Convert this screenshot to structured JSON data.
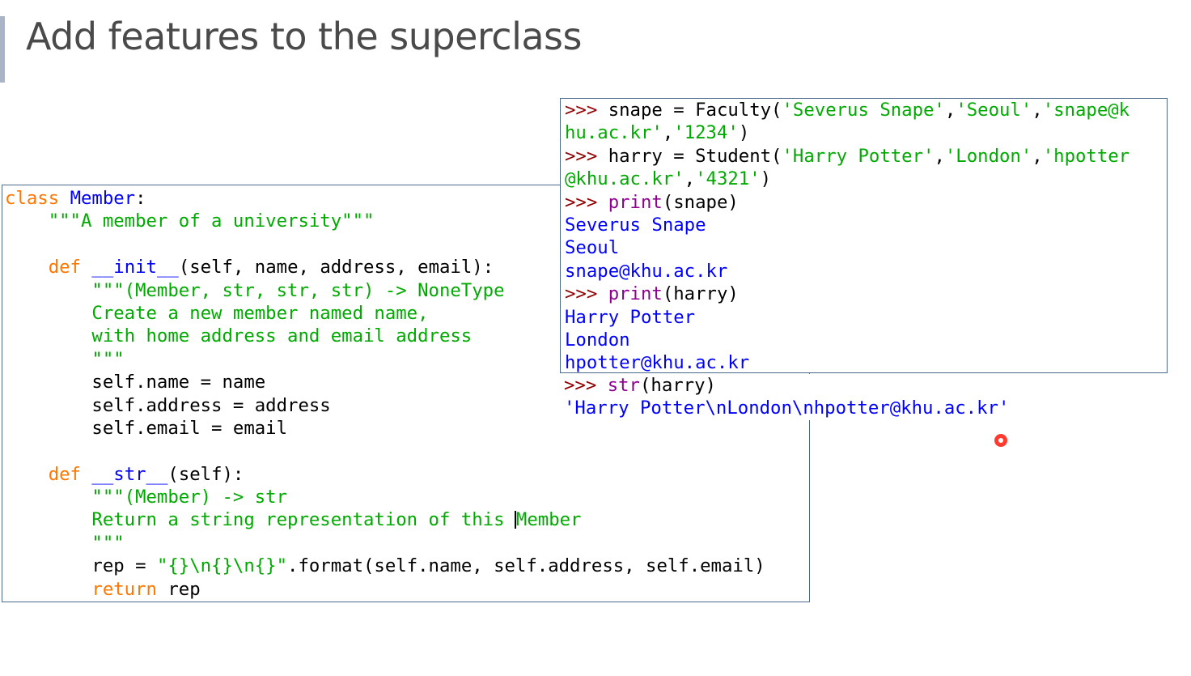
{
  "slide": {
    "title": "Add features to the superclass"
  },
  "editor": {
    "lines": [
      [
        {
          "t": "class",
          "c": "kw"
        },
        {
          "t": " ",
          "c": "txt"
        },
        {
          "t": "Member",
          "c": "nm"
        },
        {
          "t": ":",
          "c": "txt"
        }
      ],
      [
        {
          "t": "    \"\"\"A member of a university\"\"\"",
          "c": "str"
        }
      ],
      [],
      [
        {
          "t": "    ",
          "c": "txt"
        },
        {
          "t": "def",
          "c": "kw"
        },
        {
          "t": " ",
          "c": "txt"
        },
        {
          "t": "__init__",
          "c": "nm"
        },
        {
          "t": "(self, name, address, email):",
          "c": "txt"
        }
      ],
      [
        {
          "t": "        \"\"\"(Member, str, str, str) -> NoneType",
          "c": "str"
        }
      ],
      [
        {
          "t": "        Create a new member named name,",
          "c": "str"
        }
      ],
      [
        {
          "t": "        with home address and email address",
          "c": "str"
        }
      ],
      [
        {
          "t": "        \"\"\"",
          "c": "str"
        }
      ],
      [
        {
          "t": "        self.name = name",
          "c": "txt"
        }
      ],
      [
        {
          "t": "        self.address = address",
          "c": "txt"
        }
      ],
      [
        {
          "t": "        self.email = email",
          "c": "txt"
        }
      ],
      [],
      [
        {
          "t": "    ",
          "c": "txt"
        },
        {
          "t": "def",
          "c": "kw"
        },
        {
          "t": " ",
          "c": "txt"
        },
        {
          "t": "__str__",
          "c": "nm"
        },
        {
          "t": "(self):",
          "c": "txt"
        }
      ],
      [
        {
          "t": "        \"\"\"(Member) -> str",
          "c": "str"
        }
      ],
      [
        {
          "t": "        Return a string representation of this ",
          "c": "str"
        },
        {
          "t": "|",
          "c": "caret"
        },
        {
          "t": "Member",
          "c": "str"
        }
      ],
      [
        {
          "t": "        \"\"\"",
          "c": "str"
        }
      ],
      [
        {
          "t": "        rep = ",
          "c": "txt"
        },
        {
          "t": "\"{}\\n{}\\n{}\"",
          "c": "str"
        },
        {
          "t": ".format(self.name, self.address, self.email)",
          "c": "txt"
        }
      ],
      [
        {
          "t": "        ",
          "c": "txt"
        },
        {
          "t": "return",
          "c": "kw"
        },
        {
          "t": " rep",
          "c": "txt"
        }
      ]
    ]
  },
  "shell": {
    "lines": [
      [
        {
          "t": ">>> ",
          "c": "prompt"
        },
        {
          "t": "snape = Faculty(",
          "c": "txt"
        },
        {
          "t": "'Severus Snape'",
          "c": "str"
        },
        {
          "t": ",",
          "c": "txt"
        },
        {
          "t": "'Seoul'",
          "c": "str"
        },
        {
          "t": ",",
          "c": "txt"
        },
        {
          "t": "'snape@k",
          "c": "str"
        }
      ],
      [
        {
          "t": "hu.ac.kr'",
          "c": "str"
        },
        {
          "t": ",",
          "c": "txt"
        },
        {
          "t": "'1234'",
          "c": "str"
        },
        {
          "t": ")",
          "c": "txt"
        }
      ],
      [
        {
          "t": ">>> ",
          "c": "prompt"
        },
        {
          "t": "harry = Student(",
          "c": "txt"
        },
        {
          "t": "'Harry Potter'",
          "c": "str"
        },
        {
          "t": ",",
          "c": "txt"
        },
        {
          "t": "'London'",
          "c": "str"
        },
        {
          "t": ",",
          "c": "txt"
        },
        {
          "t": "'hpotter",
          "c": "str"
        }
      ],
      [
        {
          "t": "@khu.ac.kr'",
          "c": "str"
        },
        {
          "t": ",",
          "c": "txt"
        },
        {
          "t": "'4321'",
          "c": "str"
        },
        {
          "t": ")",
          "c": "txt"
        }
      ],
      [
        {
          "t": ">>> ",
          "c": "prompt"
        },
        {
          "t": "print",
          "c": "bi"
        },
        {
          "t": "(snape)",
          "c": "txt"
        }
      ],
      [
        {
          "t": "Severus Snape",
          "c": "out"
        }
      ],
      [
        {
          "t": "Seoul",
          "c": "out"
        }
      ],
      [
        {
          "t": "snape@khu.ac.kr",
          "c": "out"
        }
      ],
      [
        {
          "t": ">>> ",
          "c": "prompt"
        },
        {
          "t": "print",
          "c": "bi"
        },
        {
          "t": "(harry)",
          "c": "txt"
        }
      ],
      [
        {
          "t": "Harry Potter",
          "c": "out"
        }
      ],
      [
        {
          "t": "London",
          "c": "out"
        }
      ],
      [
        {
          "t": "hpotter@khu.ac.kr",
          "c": "out"
        }
      ]
    ],
    "after_lines": [
      [
        {
          "t": ">>> ",
          "c": "prompt"
        },
        {
          "t": "str",
          "c": "bi"
        },
        {
          "t": "(harry)",
          "c": "txt"
        }
      ],
      [
        {
          "t": "'Harry Potter\\nLondon\\nhpotter@khu.ac.kr'",
          "c": "out"
        }
      ]
    ]
  }
}
